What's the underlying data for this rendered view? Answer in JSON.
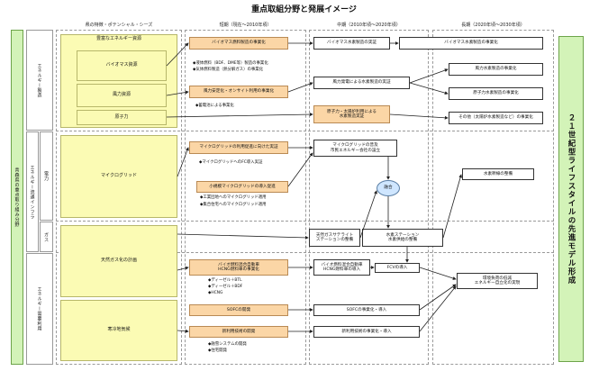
{
  "title": "重点取組分野と発展イメージ",
  "columns": {
    "col1": "県の特徴・ポテンシャル・シーズ",
    "col2": "短期（現在～2010年頃）",
    "col3": "中期（2010年頃～2020年頃）",
    "col4": "長期（2020年頃～2030年頃）"
  },
  "left_label": "青森県の重点取り組み分野",
  "sections": {
    "energy_production": "エネルギー製造",
    "energy_distribution": "エネルギー流通インフラ",
    "power": "電力",
    "gas": "ガス",
    "energy_use": "エネルギー需要利用"
  },
  "seeds": {
    "header": "豊富なエネルギー資源",
    "biomass": "バイオマス資源",
    "wind": "風力資源",
    "nuclear": "原子力",
    "microgrid": "マイクログリッド",
    "natural_gas": "天然ガス化の計画",
    "cold_region": "寒冷地気候"
  },
  "short_term": {
    "biomass_fuel": "バイオマス燃料製造の事業化",
    "biomass_bullets": [
      "◆液体燃料（BDF、DME等）製造の事業化",
      "◆気体燃料製造（熱分解ガス）の事業化"
    ],
    "wind_stable": "風力安定化・オンサイト利用の事業化",
    "wind_bullets": [
      "◆蓄電池による事業化"
    ],
    "microgrid_demo": "マイクログリッドの利用促進に向けた実証",
    "microgrid_bullets": [
      "◆マイクログリッドへのFC導入実証"
    ],
    "small_microgrid": "小規模マイクログリッドの導入促進",
    "small_bullets": [
      "◆工業団地へのマイクログリッド適用",
      "◆集合住宅へのマイクログリッド適用"
    ],
    "bio_vehicle_l1": "バイオ燃料混合自動車",
    "bio_vehicle_l2": "HCNG燃料車の事業化",
    "vehicle_bullets": [
      "◆ディーゼル＋BTL",
      "◆ディーゼル＋BDF",
      "◆HCNG"
    ],
    "sofc": "SOFCの開発",
    "new_tech": "新利用技術の開発",
    "new_tech_bullets": [
      "◆融雪システムの開発",
      "◆住宅開発"
    ]
  },
  "mid_term": {
    "biomass_hydrogen": "バイオマス水素製造の実証",
    "wind_hydrogen": "風力発電による水素製造の実証",
    "nuclear_hydrogen_l1": "原子力・太陽炉利用による",
    "nuclear_hydrogen_l2": "水素製造実証",
    "microgrid_spread_l1": "マイクログリッドの普及",
    "microgrid_spread_l2": "市民エネルギー会社の設立",
    "fusion": "融合",
    "satellite_l1": "天然ガスサテライト",
    "satellite_l2": "ステーションの整備",
    "h2_station_l1": "水素ステーション",
    "h2_station_l2": "水素供給の整備",
    "bio_mix_l1": "バイオ燃料混合自動車",
    "bio_mix_l2": "HCNG燃料車の導入",
    "fcv": "FCVの導入",
    "sofc_commercial": "SOFCの事業化・導入",
    "new_tech_commercial": "新利用技術の事業化・導入"
  },
  "long_term": {
    "biomass_hydrogen": "バイオマス水素製造の事業化",
    "wind_hydrogen": "風力水素製造の事業化",
    "nuclear_hydrogen": "原子力水素製造の事業化",
    "other_hydrogen": "その他（太陽炉水素製造など）の事業化",
    "hydrogen_pipeline": "水素幹線の整備",
    "env_l1": "環境負荷の低減",
    "env_l2": "エネルギー自立化の実現"
  },
  "vision": "２１世紀型ライフスタイルの先進モデル形成"
}
